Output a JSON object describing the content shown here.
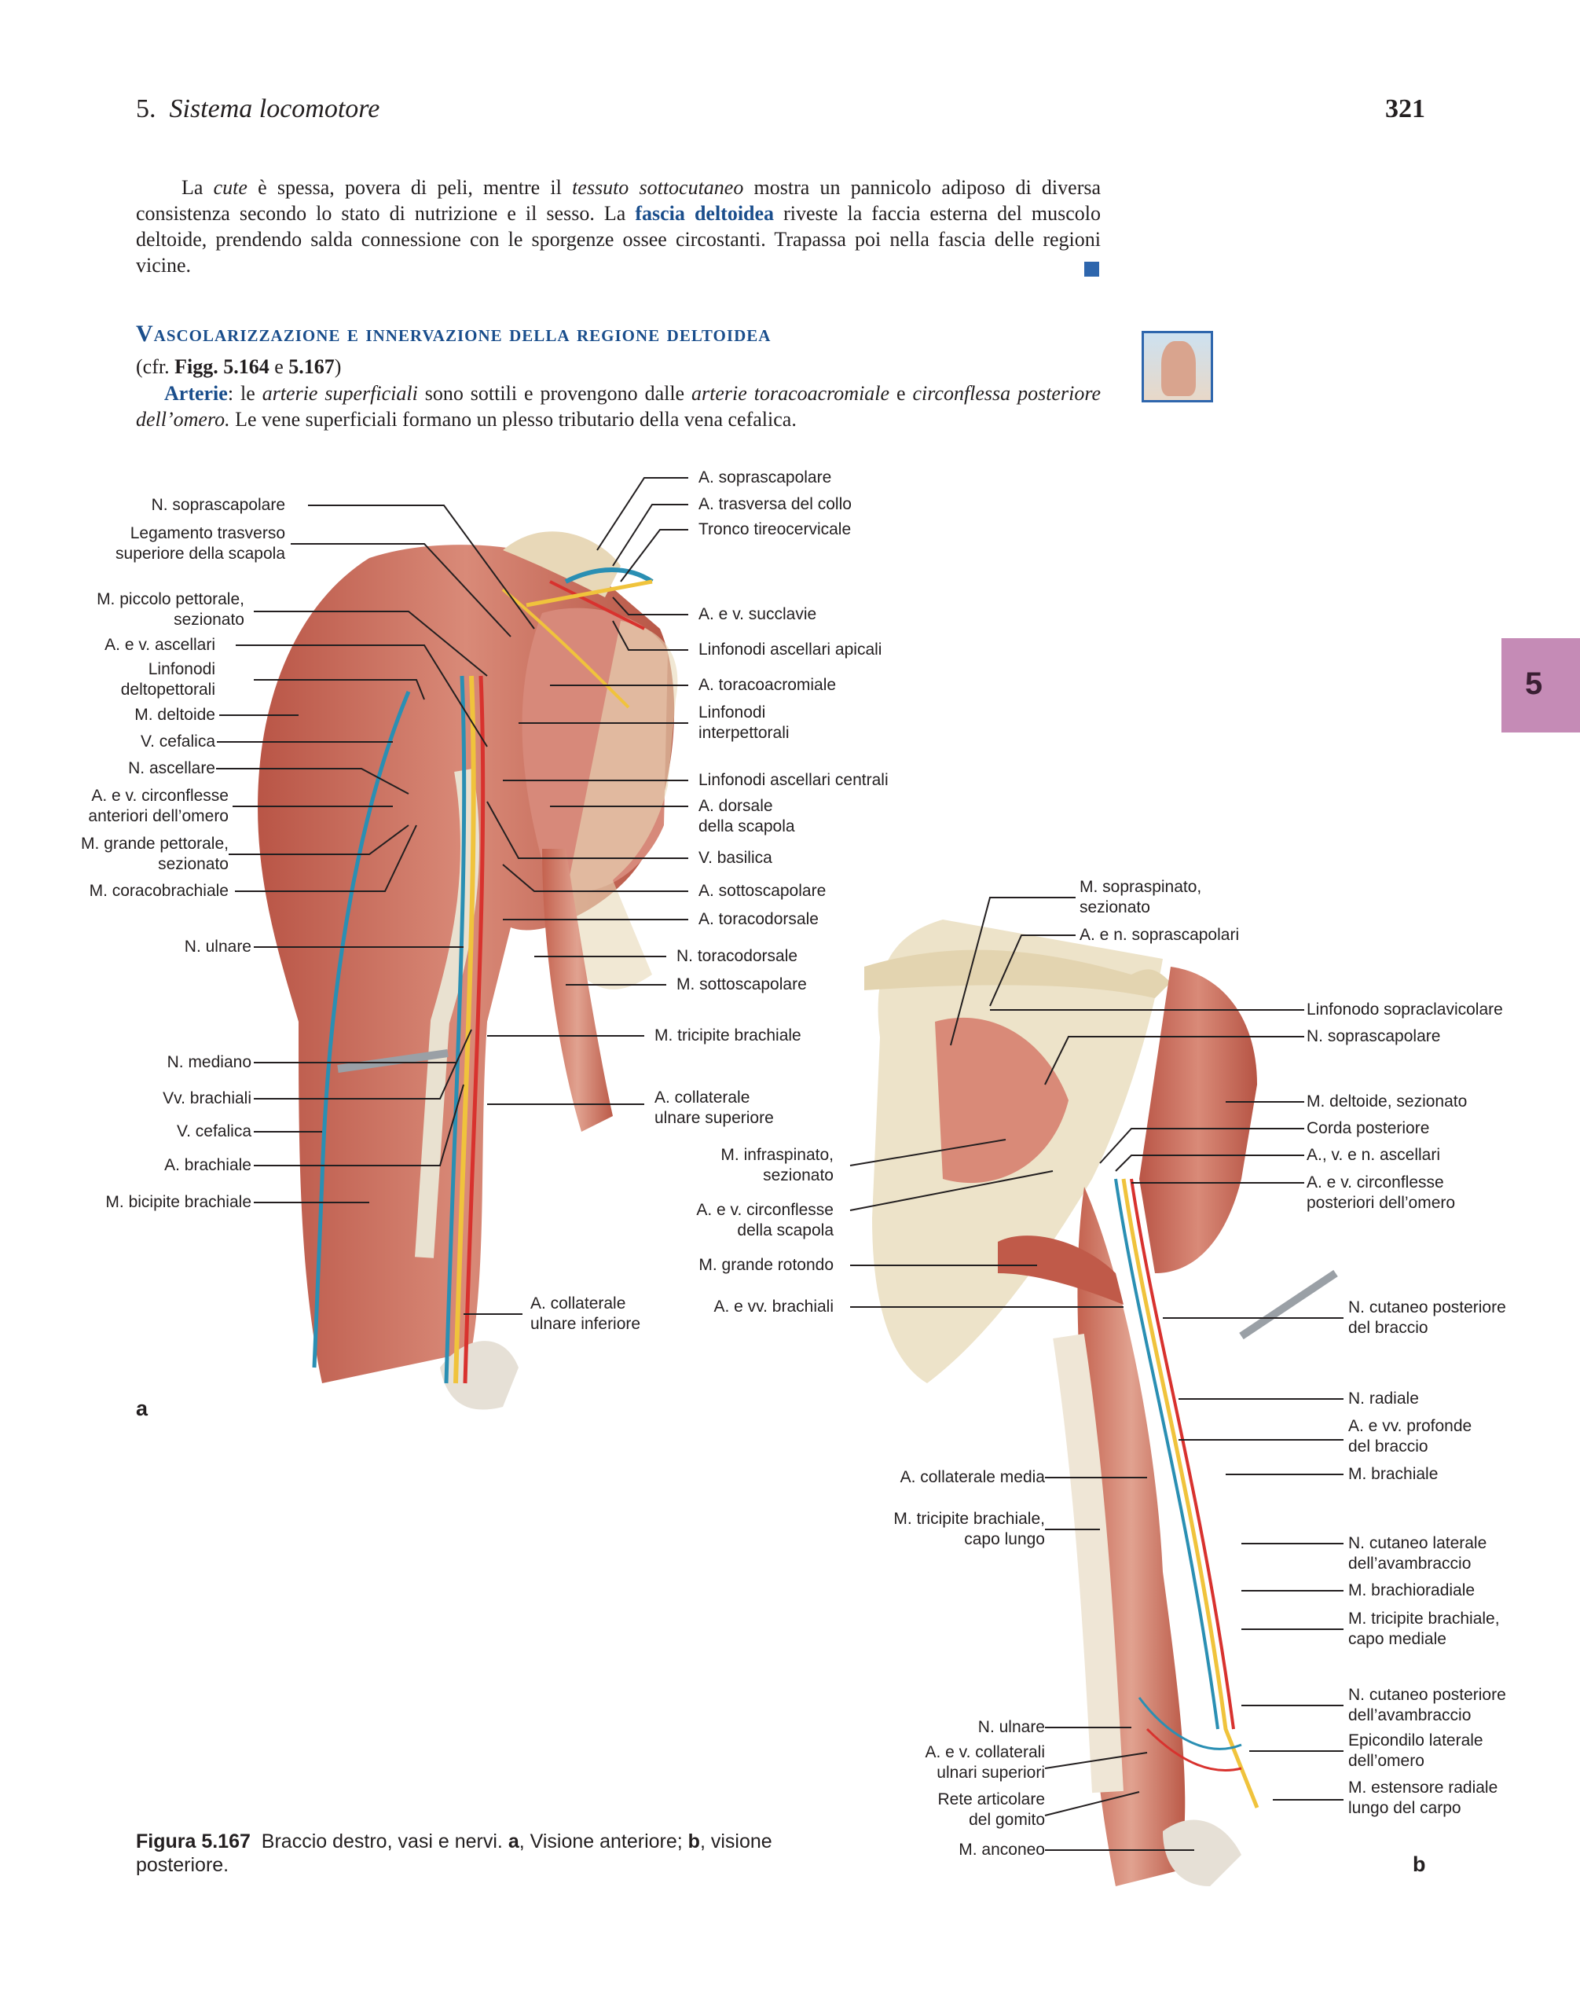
{
  "header": {
    "chapter_number": "5.",
    "chapter_title": "Sistema locomotore",
    "page_number": "321"
  },
  "side_tab": {
    "label": "5"
  },
  "paragraph1": {
    "t1": "La ",
    "cute": "cute",
    "t2": " è spessa, povera di peli, mentre il ",
    "tessuto": "tessuto sottocutaneo",
    "t3": " mostra un pannicolo adiposo di diversa consistenza secondo lo stato di nutrizione e il sesso. La ",
    "fascia": "fascia deltoidea",
    "t4": " riveste la faccia esterna del muscolo deltoide, prendendo salda connessione con le sporgenze ossee circostanti. Trapassa poi nella fascia delle regioni vicine."
  },
  "section": {
    "heading": "Vascolarizzazione e innervazione della regione deltoidea",
    "cfr_open": "(cfr. ",
    "fig_a": "Figg. 5.164",
    "cfr_and": " e ",
    "fig_b": "5.167",
    "cfr_close": ")",
    "arterie": "Arterie",
    "t1": ": le ",
    "sup": "arterie superficiali",
    "t2": " sono sottili e provengono dalle ",
    "toraco": "arterie toracoacromiale",
    "t3": " e ",
    "circ": "circonflessa posteriore dell’omero.",
    "t4": " Le vene superficiali formano un plesso tributario della vena cefalica."
  },
  "figure_a": {
    "letter": "a",
    "left_labels": [
      "N. soprascapolare",
      "Legamento trasverso\nsuperiore della scapola",
      "M. piccolo pettorale,\nsezionato",
      "A. e v. ascellari",
      "Linfonodi\ndeltopettorali",
      "M. deltoide",
      "V. cefalica",
      "N. ascellare",
      "A. e v. circonflesse\nanteriori dell’omero",
      "M. grande pettorale,\nsezionato",
      "M. coracobrachiale",
      "N. ulnare",
      "N. mediano",
      "Vv. brachiali",
      "V. cefalica",
      "A. brachiale",
      "M. bicipite brachiale"
    ],
    "right_labels": [
      "A. soprascapolare",
      "A. trasversa del collo",
      "Tronco tireocervicale",
      "A. e v. succlavie",
      "Linfonodi ascellari apicali",
      "A. toracoacromiale",
      "Linfonodi\ninterpettorali",
      "Linfonodi ascellari centrali",
      "A. dorsale\ndella scapola",
      "V. basilica",
      "A. sottoscapolare",
      "A. toracodorsale",
      "N. toracodorsale",
      "M. sottoscapolare",
      "M. tricipite brachiale",
      "A. collaterale\nulnare superiore",
      "A. collaterale\nulnare inferiore"
    ]
  },
  "figure_b": {
    "letter": "b",
    "left_labels": [
      "M. sopraspinato,\nsezionato",
      "A. e n. soprascapolari",
      "M. infraspinato,\nsezionato",
      "A. e v. circonflesse\ndella scapola",
      "M. grande rotondo",
      "A. e vv. brachiali",
      "A. collaterale media",
      "M. tricipite brachiale,\ncapo lungo",
      "N. ulnare",
      "A. e v. collaterali\nulnari superiori",
      "Rete articolare\ndel gomito",
      "M. anconeo"
    ],
    "right_labels": [
      "Linfonodo sopraclavicolare",
      "N. soprascapolare",
      "M. deltoide, sezionato",
      "Corda posteriore",
      "A., v. e n. ascellari",
      "A. e v. circonflesse\nposteriori dell’omero",
      "N. cutaneo posteriore\ndel braccio",
      "N. radiale",
      "A. e vv. profonde\ndel braccio",
      "M. brachiale",
      "N. cutaneo laterale\ndell’avambraccio",
      "M. brachioradiale",
      "M. tricipite brachiale,\ncapo mediale",
      "N. cutaneo posteriore\ndell’avambraccio",
      "Epicondilo laterale\ndell’omero",
      "M. estensore radiale\nlungo del carpo"
    ]
  },
  "caption": {
    "label": "Figura 5.167",
    "text1": "  Braccio destro, vasi e nervi. ",
    "a": "a",
    "text2": ", Visione anteriore; ",
    "b": "b",
    "text3": ", visione posteriore."
  },
  "colors": {
    "muscle": "#c9695a",
    "artery": "#d2232a",
    "vein": "#1f8fb0",
    "nerve": "#f1c232",
    "bone": "#e9dcc0",
    "heading_blue": "#1a4e8c",
    "tab_pink": "#c58bb6"
  }
}
